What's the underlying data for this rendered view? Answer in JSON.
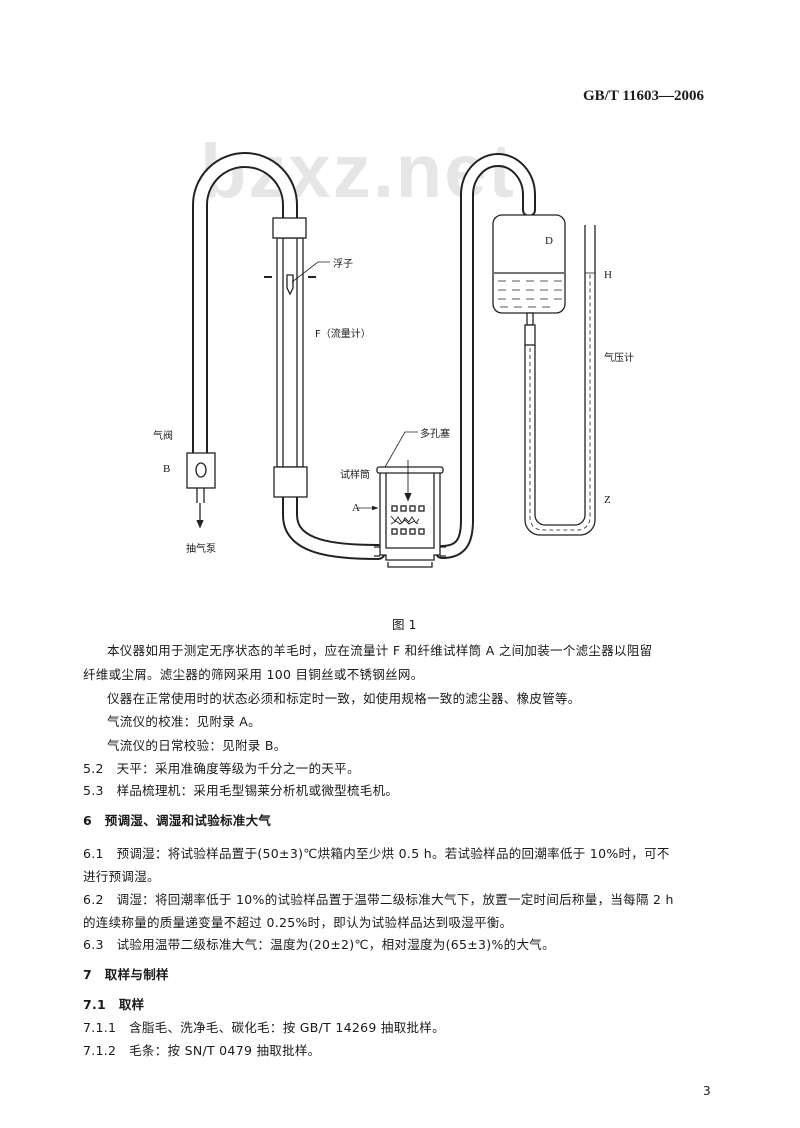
{
  "header": {
    "standard_number": "GB/T 11603—2006"
  },
  "watermark": "bzxz.net",
  "figure": {
    "caption": "图 1",
    "labels": {
      "float": "浮子",
      "flowmeter": "F（流量计）",
      "valve": "气阀",
      "valve_letter": "B",
      "pump": "抽气泵",
      "porous_plug": "多孔塞",
      "sample_cylinder": "试样筒",
      "sample_letter": "A",
      "vessel": "D",
      "level_h": "H",
      "manometer": "气压计",
      "level_z": "Z"
    }
  },
  "body": {
    "p1_line1": "本仪器如用于测定无序状态的羊毛时，应在流量计 F 和纤维试样筒 A 之间加装一个滤尘器以阻留",
    "p1_line2": "纤维或尘屑。滤尘器的筛网采用 100 目铜丝或不锈钢丝网。",
    "p2": "仪器在正常使用时的状态必须和标定时一致，如使用规格一致的滤尘器、橡皮管等。",
    "p3": "气流仪的校准：见附录 A。",
    "p4": "气流仪的日常校验：见附录 B。",
    "s5_2": "5.2　天平：采用准确度等级为千分之一的天平。",
    "s5_3": "5.3　样品梳理机：采用毛型锡莱分析机或微型梳毛机。",
    "h6": "6　预调湿、调湿和试验标准大气",
    "s6_1_line1": "6.1　预调湿：将试验样品置于(50±3)℃烘箱内至少烘 0.5 h。若试验样品的回潮率低于 10%时，可不",
    "s6_1_line2": "进行预调湿。",
    "s6_2_line1": "6.2　调湿：将回潮率低于 10%的试验样品置于温带二级标准大气下，放置一定时间后称量，当每隔 2 h",
    "s6_2_line2": "的连续称量的质量递变量不超过 0.25%时，即认为试验样品达到吸湿平衡。",
    "s6_3": "6.3　试验用温带二级标准大气：温度为(20±2)℃，相对湿度为(65±3)%的大气。",
    "h7": "7　取样与制样",
    "h7_1": "7.1　取样",
    "s7_1_1": "7.1.1　含脂毛、洗净毛、碳化毛：按 GB/T 14269 抽取批样。",
    "s7_1_2": "7.1.2　毛条：按 SN/T 0479 抽取批样。"
  },
  "footer": {
    "page_number": "3"
  }
}
